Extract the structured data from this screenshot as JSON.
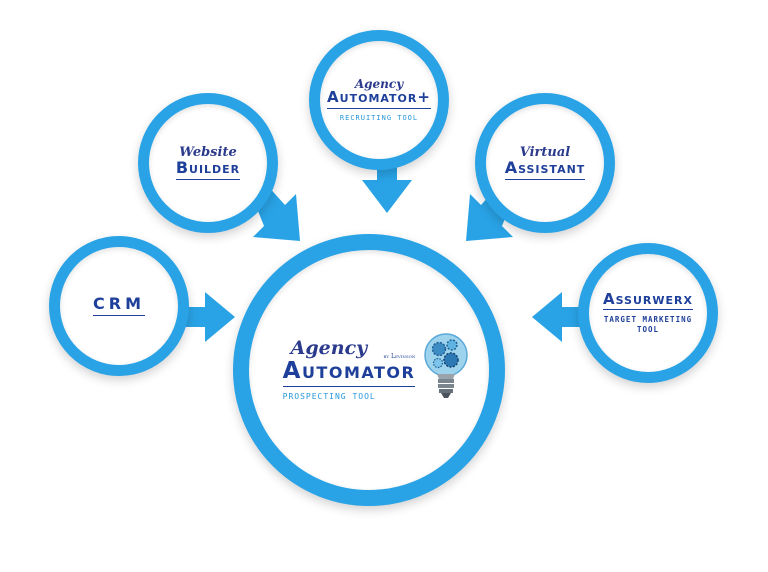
{
  "hub": {
    "script": "Agency",
    "title": "Automator",
    "by": "by Levinson",
    "tagline": "PROSPECTING TOOL"
  },
  "satellites": {
    "aa_plus": {
      "script": "Agency",
      "title": "Automator+",
      "tagline": "RECRUITING TOOL"
    },
    "website_builder": {
      "script": "Website",
      "title": "Builder"
    },
    "virtual_assistant": {
      "script": "Virtual",
      "title": "Assistant"
    },
    "crm": {
      "title": "CRM"
    },
    "assurwerx": {
      "title": "Assurwerx",
      "tagline_line1": "TARGET MARKETING",
      "tagline_line2": "TOOL"
    }
  },
  "colors": {
    "ring": "#29a3e6",
    "arrow": "#29a3e6",
    "text_dark": "#1e3f9a",
    "text_light": "#2796d8"
  },
  "icons": {
    "hub_icon": "gear-lightbulb-icon"
  }
}
